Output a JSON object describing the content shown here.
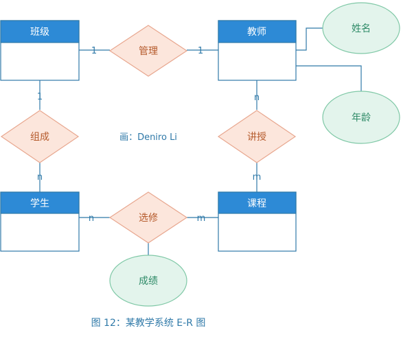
{
  "diagram": {
    "entities": {
      "class": "班级",
      "teacher": "教师",
      "student": "学生",
      "course": "课程"
    },
    "relationships": {
      "manage": "管理",
      "compose": "组成",
      "teach": "讲授",
      "elective": "选修"
    },
    "attributes": {
      "name": "姓名",
      "age": "年龄",
      "score": "成绩"
    },
    "cardinalities": {
      "class_manage": "1",
      "teacher_manage": "1",
      "class_compose": "1",
      "student_compose": "n",
      "teacher_teach": "n",
      "course_teach": "m",
      "student_elective": "n",
      "course_elective": "m"
    },
    "credit": "画：Deniro Li",
    "caption": "图 12：某教学系统 E-R 图"
  }
}
